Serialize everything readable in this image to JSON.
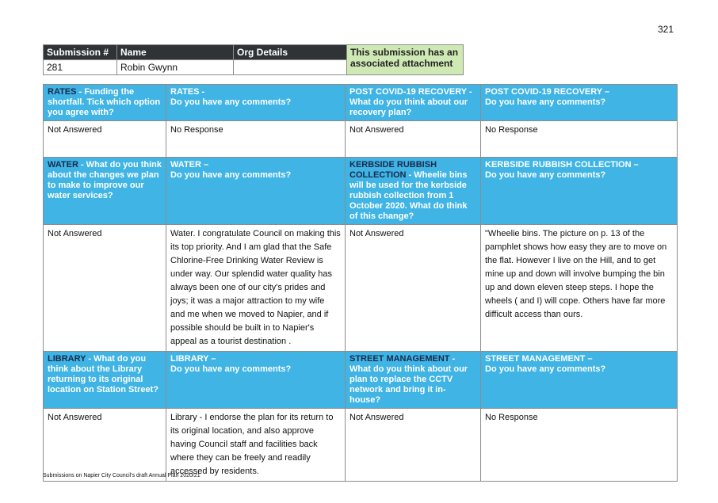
{
  "page_number": "321",
  "submission": {
    "header_submission": "Submission #",
    "header_name": "Name",
    "header_org": "Org Details",
    "attachment_note": "This submission has an associated attachment",
    "number": "281",
    "name": "Robin Gwynn",
    "org": ""
  },
  "rows": [
    {
      "questions": [
        {
          "topic": "RATES",
          "text": " - Funding the shortfall. Tick which option you agree with?"
        },
        {
          "topic": "",
          "text": "RATES -\nDo you have any comments?"
        },
        {
          "topic": "",
          "text": "POST COVID-19 RECOVERY - What do you think about our recovery plan?"
        },
        {
          "topic": "",
          "text": "POST COVID-19 RECOVERY –\nDo you have any comments?"
        }
      ],
      "answers": [
        "Not Answered",
        "No Response",
        "Not Answered",
        "No Response"
      ]
    },
    {
      "questions": [
        {
          "topic": "WATER",
          "text": " - What do you think about the changes we plan to make to improve our water services?"
        },
        {
          "topic": "",
          "text": "WATER –\nDo you have any comments?"
        },
        {
          "topic": "KERBSIDE RUBBISH COLLECTION",
          "text": " - Wheelie bins will be used for the kerbside rubbish collection from 1 October 2020. What do think of this change?"
        },
        {
          "topic": "",
          "text": "KERBSIDE RUBBISH COLLECTION –\nDo you have any comments?"
        }
      ],
      "answers": [
        "Not Answered",
        "Water. I congratulate Council on making this its top priority. And I am glad that the Safe Chlorine-Free Drinking Water Review is under way. Our splendid water quality has always been one of our city's prides and joys; it was a major attraction to my wife and me when we moved to Napier, and if possible should be built in to Napier's appeal as a tourist destination .",
        "Not Answered",
        "\"Wheelie bins. The picture on p. 13 of the pamphlet shows how easy they are to move on the flat. However I live on the Hill, and to get mine up and down will involve bumping the bin up and down eleven steep steps. I hope the wheels ( and I) will cope. Others have far more difficult access than ours."
      ]
    },
    {
      "questions": [
        {
          "topic": "LIBRARY",
          "text": " - What do you think about the Library returning to its original location on Station Street?"
        },
        {
          "topic": "",
          "text": "LIBRARY –\nDo you have any comments?"
        },
        {
          "topic": "STREET MANAGEMENT",
          "text": " - What do you think about our plan to replace the CCTV network and bring it in-house?"
        },
        {
          "topic": "",
          "text": "STREET MANAGEMENT –\nDo you have any comments?"
        }
      ],
      "answers": [
        "Not Answered",
        "Library - I endorse the plan for its return to its original location, and also approve having Council staff and facilities back where they can be freely and readily accessed by residents.",
        "Not Answered",
        "No Response"
      ]
    }
  ],
  "footer": "Submissions on Napier City Council's draft Annual Plan 2020/21"
}
